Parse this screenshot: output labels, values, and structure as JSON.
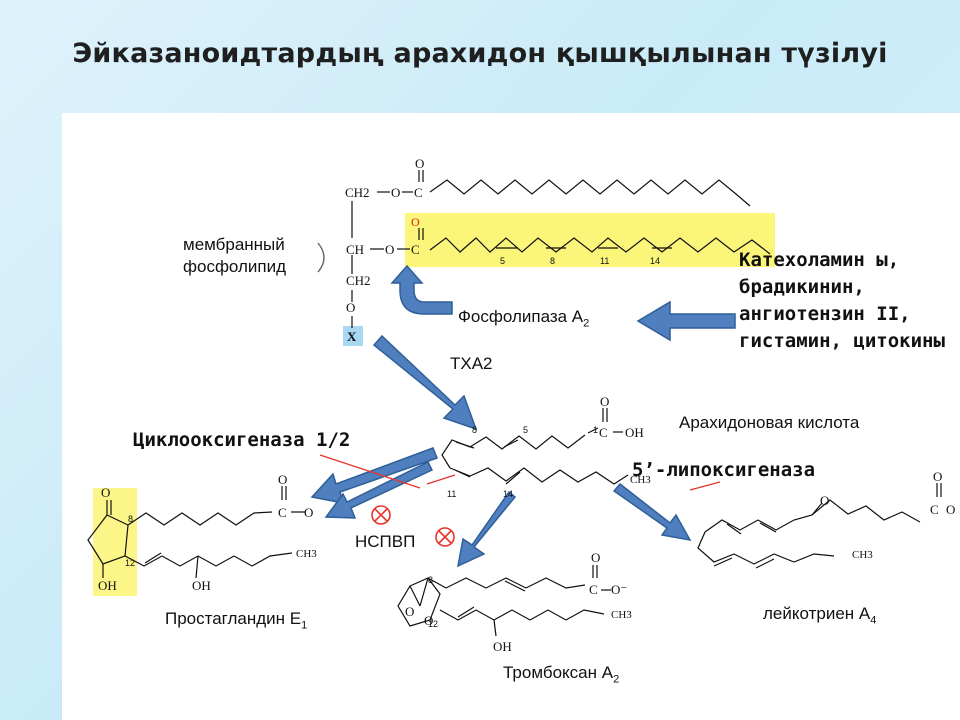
{
  "slide": {
    "title": "Эйказаноидтардың арахидон қышқылынан түзілуі"
  },
  "labels": {
    "membrane_line1": "мембранный",
    "membrane_line2": "фосфолипид",
    "phospholipase": "Фосфолипаза А",
    "phospholipase_sub": "2",
    "txa2": "ТХА2",
    "arachidonic": "Арахидоновая кислота",
    "cox": "Циклооксигеназа 1/2",
    "lox": "5’-липоксигеназа",
    "nsaid": "НСПВП",
    "pge1": "Простагландин Е",
    "pge1_sub": "1",
    "txa2_name": "Тромбоксан А",
    "txa2_name_sub": "2",
    "lta4": "лейкотриен А",
    "lta4_sub": "4",
    "stimuli": "Катехоламин ы, брадикинин, ангиотензин II, гистамин, цитокины"
  },
  "chem": {
    "CH2": "CH2",
    "CH": "CH",
    "O": "O",
    "C": "C",
    "X": "X",
    "OH": "OH",
    "CH3": "CH3",
    "O_minus": "O⁻",
    "pos5": "5",
    "pos8": "8",
    "pos11": "11",
    "pos12": "12",
    "pos14": "14",
    "pos1": "1"
  },
  "colors": {
    "arrow_fill": "#4f7fbf",
    "arrow_stroke": "#2f5f97",
    "highlight": "#fbf57a",
    "inhibit": "#e8342b",
    "green_h": "#1aa01a"
  }
}
